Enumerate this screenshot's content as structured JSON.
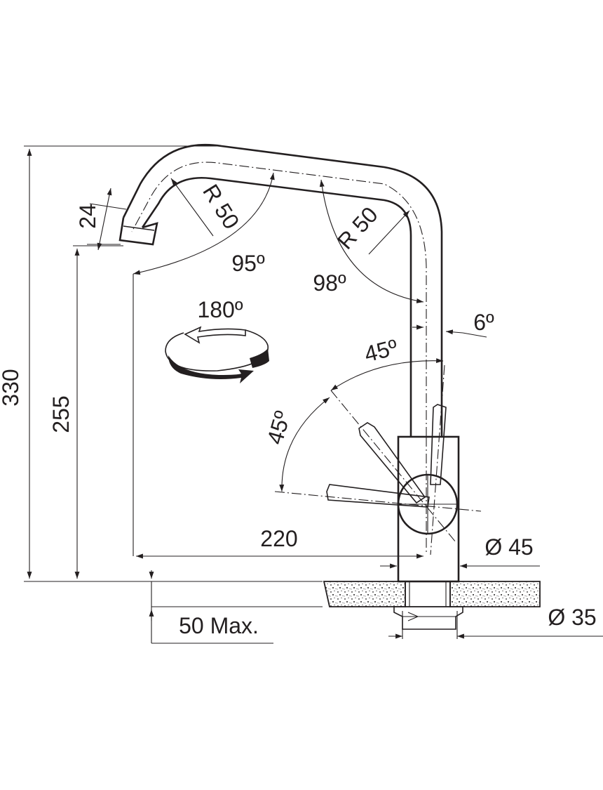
{
  "dimensions": {
    "total_height": "330",
    "spout_height": "255",
    "spout_outlet": "24",
    "radius_left": "R 50",
    "radius_right": "R 50",
    "angle_left": "95º",
    "angle_right": "98º",
    "swivel": "180º",
    "tilt": "6º",
    "lever_up": "45º",
    "lever_side": "45º",
    "reach": "220",
    "body_diameter": "Ø 45",
    "hole_diameter": "Ø 35",
    "worktop_thickness": "50 Max."
  },
  "colors": {
    "ink": "#231f20",
    "background": "#ffffff"
  }
}
